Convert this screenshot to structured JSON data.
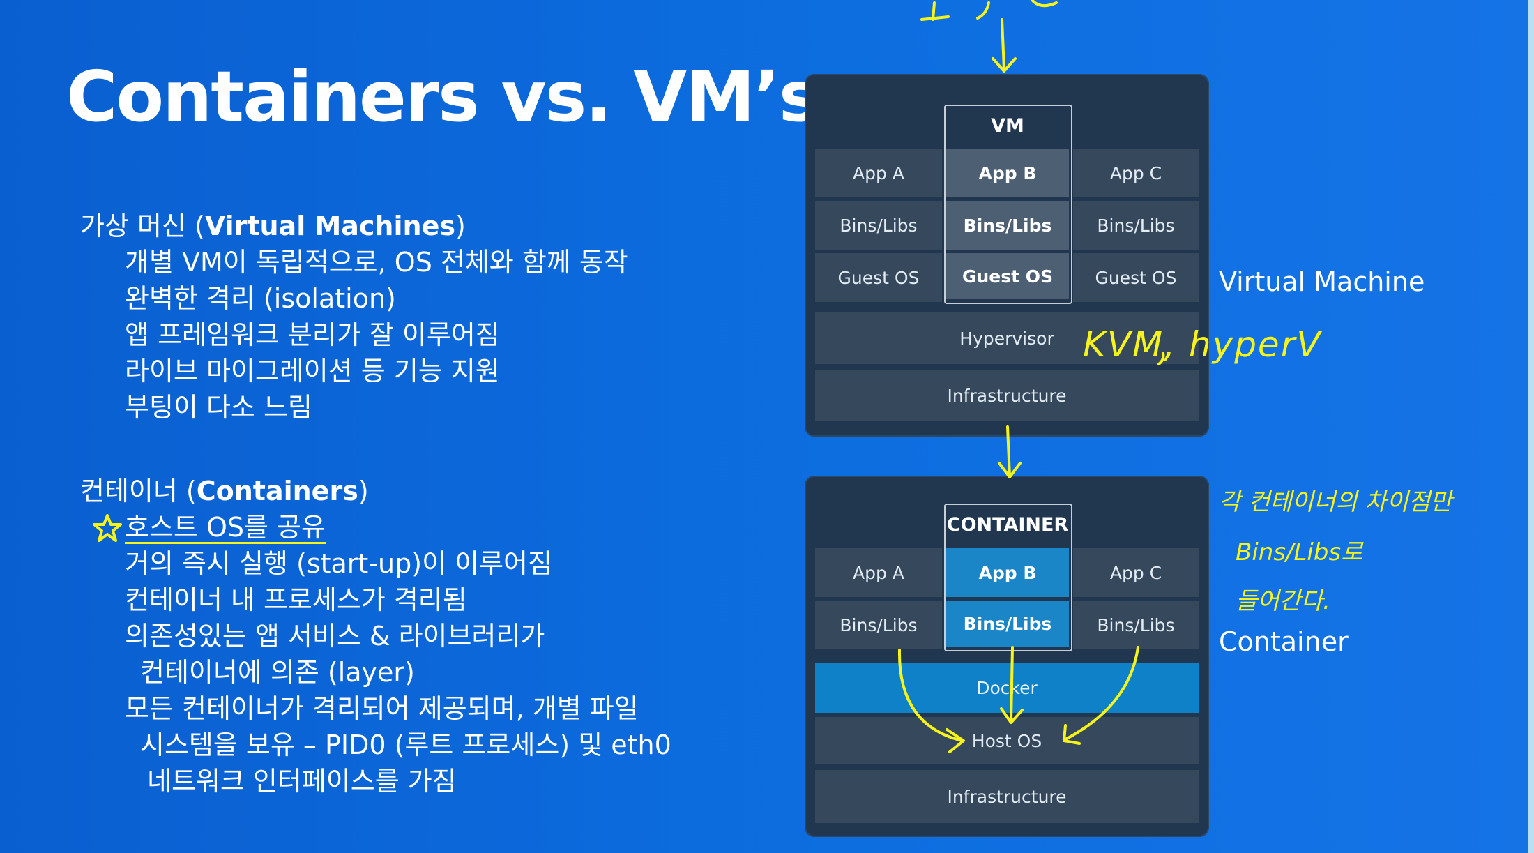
{
  "title": "Containers vs. VM’s",
  "vm_section": {
    "heading_ko": "가상 머신",
    "heading_en": "Virtual Machines",
    "items": [
      "개별 VM이 독립적으로, OS 전체와 함께 동작",
      "완벽한 격리 (isolation)",
      "앱 프레임워크 분리가 잘 이루어짐",
      "라이브 마이그레이션 등 기능 지원",
      "부팅이 다소 느림"
    ]
  },
  "container_section": {
    "heading_ko": "컨테이너",
    "heading_en": "Containers",
    "items": [
      "호스트 OS를 공유",
      "거의 즉시 실행 (start-up)이 이루어짐",
      "컨테이너 내 프로세스가 격리됨",
      "의존성있는 앱 서비스 & 라이브러리가",
      "컨테이너에 의존 (layer)",
      "모든 컨테이너가 격리되어 제공되며, 개별 파일",
      "시스템을 보유 – PID0 (루트 프로세스) 및 eth0",
      "네트워크 인터페이스를 가짐"
    ]
  },
  "vm_diagram": {
    "frame_label": "VM",
    "app_row": [
      "App A",
      "App B",
      "App C"
    ],
    "bins_row": [
      "Bins/Libs",
      "Bins/Libs",
      "Bins/Libs"
    ],
    "os_row": [
      "Guest OS",
      "Guest OS",
      "Guest OS"
    ],
    "hypervisor": "Hypervisor",
    "infrastructure": "Infrastructure",
    "side_label": "Virtual Machine"
  },
  "container_diagram": {
    "frame_label": "CONTAINER",
    "app_row": [
      "App A",
      "App B",
      "App C"
    ],
    "bins_row": [
      "Bins/Libs",
      "Bins/Libs",
      "Bins/Libs"
    ],
    "docker": "Docker",
    "host_os": "Host OS",
    "infrastructure": "Infrastructure",
    "side_label": "Container"
  },
  "annotations": {
    "kvm_note": "KVM, hyperV",
    "container_note": [
      "각 컨테이너의 차이점만",
      "Bins/Libs로",
      "들어간다."
    ]
  },
  "colors": {
    "background": "#0d6ee0",
    "panel": "#21364f",
    "cell": "#36485c",
    "highlight": "#1a86c8",
    "ink": "#f7f41c"
  }
}
